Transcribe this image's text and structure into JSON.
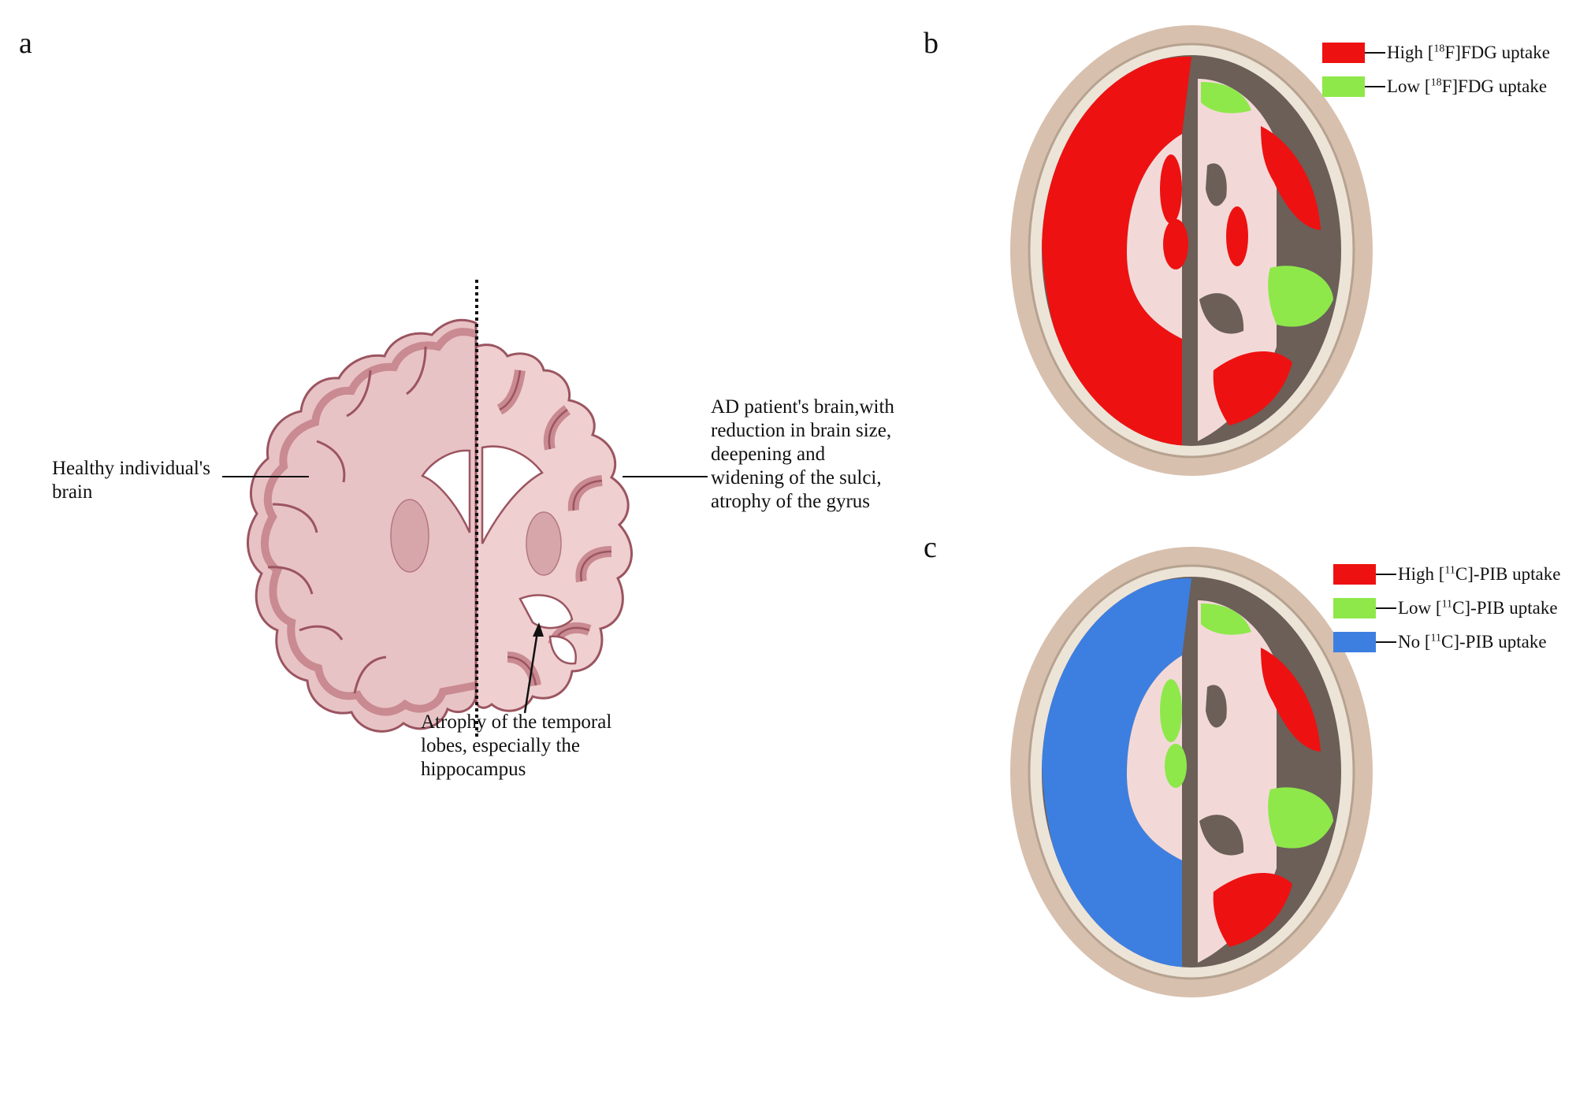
{
  "panels": {
    "a": {
      "letter": "a",
      "label_healthy": "Healthy individual's brain",
      "label_ad": "AD patient's brain,with reduction in brain size, deepening and widening of the sulci, atrophy of the gyrus",
      "label_temporal": "Atrophy of the temporal lobes, especially the hippocampus"
    },
    "b": {
      "letter": "b",
      "legend": [
        {
          "pre": "High [",
          "sup": "18",
          "post": "F]FDG uptake",
          "color": "#ee1111"
        },
        {
          "pre": "Low [",
          "sup": "18",
          "post": "F]FDG uptake",
          "color": "#8ee84a"
        }
      ]
    },
    "c": {
      "letter": "c",
      "legend": [
        {
          "pre": "High [",
          "sup": "11",
          "post": "C]-PIB uptake",
          "color": "#ee1111"
        },
        {
          "pre": "Low [",
          "sup": "11",
          "post": "C]-PIB uptake",
          "color": "#8ee84a"
        },
        {
          "pre": "No [",
          "sup": "11",
          "post": "C]-PIB uptake",
          "color": "#3d7fe0"
        }
      ]
    }
  },
  "colors": {
    "brain_fill": "#e8c3c6",
    "brain_cortex": "#c98a91",
    "brain_edge": "#9b5560",
    "skull": "#d8c0ae",
    "csf_dark": "#6b5f58",
    "high_uptake": "#ee1111",
    "low_uptake": "#8ee84a",
    "no_uptake": "#3d7fe0"
  }
}
